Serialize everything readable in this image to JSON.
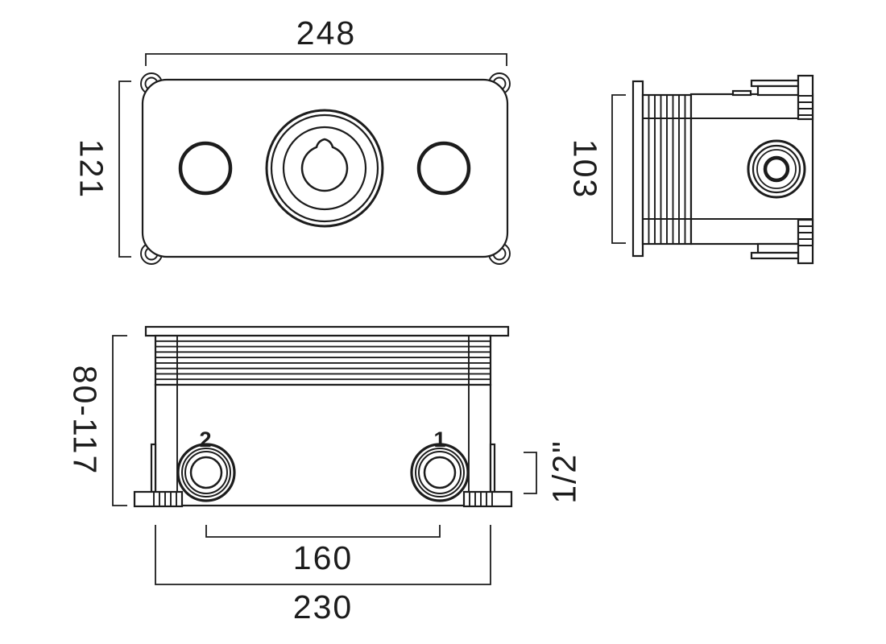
{
  "drawing": {
    "description": "Three-view technical dimension drawing of a concealed thermostatic valve body",
    "colors": {
      "line": "#1c1c1c",
      "background": "#ffffff"
    },
    "front_view": {
      "width_label": "248",
      "height_label": "121"
    },
    "side_view": {
      "height_label": "103"
    },
    "bottom_view": {
      "depth_range_label": "80-117",
      "port_spacing_label": "160",
      "body_width_label": "230",
      "thread_size_label": "1/2\"",
      "port_left_label": "2",
      "port_right_label": "1"
    }
  }
}
